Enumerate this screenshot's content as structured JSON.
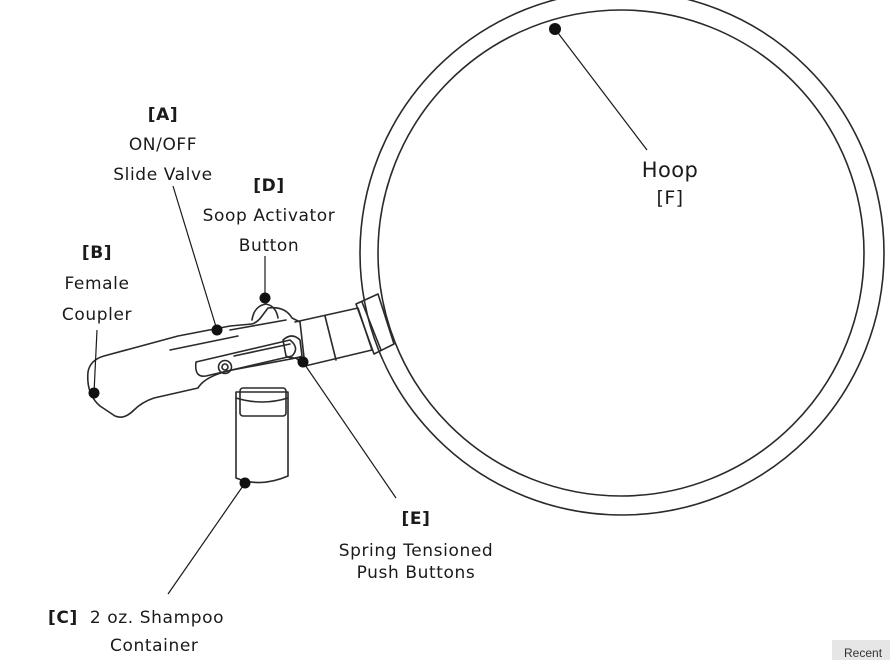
{
  "labels": {
    "a": {
      "tag": "[A]",
      "line1": "ON/OFF",
      "line2": "Slide Valve"
    },
    "b": {
      "tag": "[B]",
      "line1": "Female",
      "line2": "Coupler"
    },
    "c": {
      "tag": "[C]",
      "line1": "2 oz. Shampoo",
      "line2": "Container"
    },
    "d": {
      "tag": "[D]",
      "line1": "Soop Activator",
      "line2": "Button"
    },
    "e": {
      "tag": "[E]",
      "line1": "Spring Tensioned",
      "line2": "Push Buttons"
    },
    "f": {
      "name": "Hoop",
      "tag": "[F]"
    }
  },
  "corner_badge": "Recent",
  "colors": {
    "line": "#1a1a1a",
    "hoop_stroke": "#2a2a2a",
    "background": "#ffffff"
  }
}
